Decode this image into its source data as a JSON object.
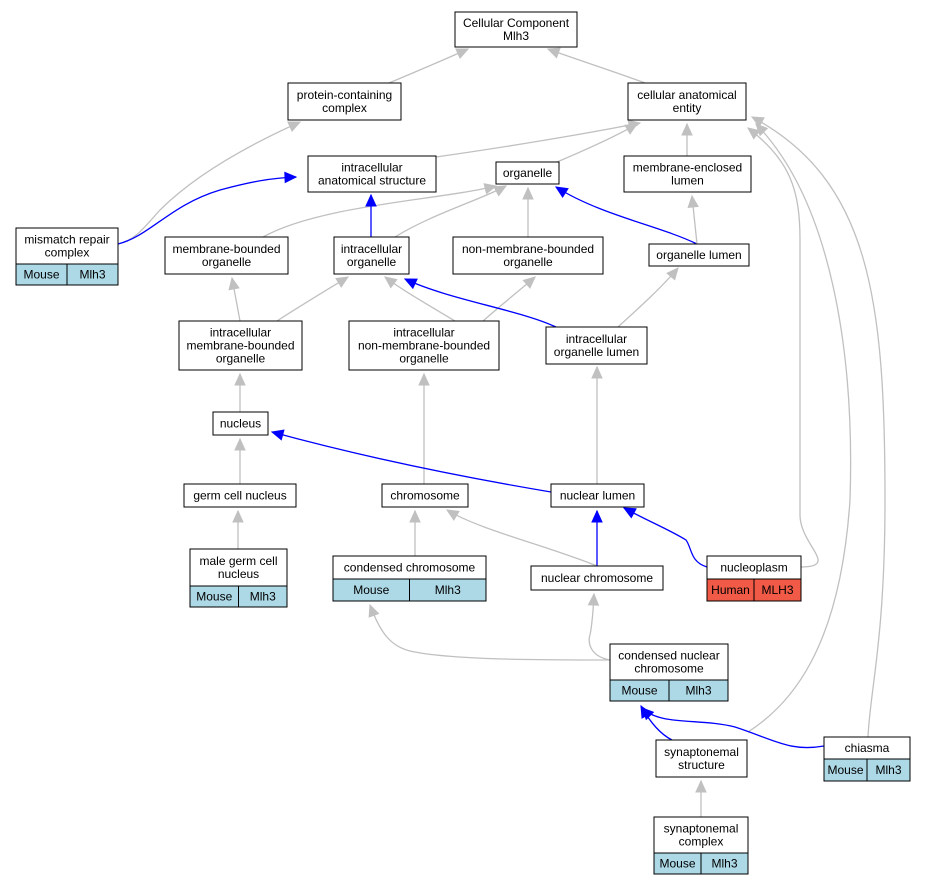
{
  "colors": {
    "mouse_tag": "#add8e6",
    "human_tag": "#f05a46",
    "edge_gray": "#c0c0c0",
    "edge_blue": "#0000ff"
  },
  "nodes": {
    "cellular_component": {
      "lines": [
        "Cellular Component",
        "Mlh3"
      ]
    },
    "protein_containing_complex": {
      "lines": [
        "protein-containing",
        "complex"
      ]
    },
    "cellular_anatomical_entity": {
      "lines": [
        "cellular anatomical",
        "entity"
      ]
    },
    "intracellular_anatomical_structure": {
      "lines": [
        "intracellular",
        "anatomical structure"
      ]
    },
    "organelle": {
      "lines": [
        "organelle"
      ]
    },
    "membrane_enclosed_lumen": {
      "lines": [
        "membrane-enclosed",
        "lumen"
      ]
    },
    "mismatch_repair_complex": {
      "lines": [
        "mismatch repair",
        "complex"
      ],
      "tags": [
        "Mouse",
        "Mlh3"
      ]
    },
    "membrane_bounded_organelle": {
      "lines": [
        "membrane-bounded",
        "organelle"
      ]
    },
    "intracellular_organelle": {
      "lines": [
        "intracellular",
        "organelle"
      ]
    },
    "non_membrane_bounded_organelle": {
      "lines": [
        "non-membrane-bounded",
        "organelle"
      ]
    },
    "organelle_lumen": {
      "lines": [
        "organelle lumen"
      ]
    },
    "intracellular_membrane_bounded_organelle": {
      "lines": [
        "intracellular",
        "membrane-bounded",
        "organelle"
      ]
    },
    "intracellular_non_membrane_bounded_organelle": {
      "lines": [
        "intracellular",
        "non-membrane-bounded",
        "organelle"
      ]
    },
    "intracellular_organelle_lumen": {
      "lines": [
        "intracellular",
        "organelle lumen"
      ]
    },
    "nucleus": {
      "lines": [
        "nucleus"
      ]
    },
    "germ_cell_nucleus": {
      "lines": [
        "germ cell nucleus"
      ]
    },
    "chromosome": {
      "lines": [
        "chromosome"
      ]
    },
    "nuclear_lumen": {
      "lines": [
        "nuclear lumen"
      ]
    },
    "male_germ_cell_nucleus": {
      "lines": [
        "male germ cell",
        "nucleus"
      ],
      "tags": [
        "Mouse",
        "Mlh3"
      ]
    },
    "condensed_chromosome": {
      "lines": [
        "condensed chromosome"
      ],
      "tags": [
        "Mouse",
        "Mlh3"
      ]
    },
    "nuclear_chromosome": {
      "lines": [
        "nuclear chromosome"
      ]
    },
    "nucleoplasm": {
      "lines": [
        "nucleoplasm"
      ],
      "tags": [
        "Human",
        "MLH3"
      ]
    },
    "condensed_nuclear_chromosome": {
      "lines": [
        "condensed nuclear",
        "chromosome"
      ],
      "tags": [
        "Mouse",
        "Mlh3"
      ]
    },
    "synaptonemal_structure": {
      "lines": [
        "synaptonemal",
        "structure"
      ]
    },
    "chiasma": {
      "lines": [
        "chiasma"
      ],
      "tags": [
        "Mouse",
        "Mlh3"
      ]
    },
    "synaptonemal_complex": {
      "lines": [
        "synaptonemal",
        "complex"
      ],
      "tags": [
        "Mouse",
        "Mlh3"
      ]
    }
  },
  "edges": [
    {
      "from": "protein_containing_complex",
      "to": "cellular_component",
      "kind": "gray"
    },
    {
      "from": "cellular_anatomical_entity",
      "to": "cellular_component",
      "kind": "gray"
    },
    {
      "from": "intracellular_anatomical_structure",
      "to": "cellular_anatomical_entity",
      "kind": "gray"
    },
    {
      "from": "organelle",
      "to": "cellular_anatomical_entity",
      "kind": "gray"
    },
    {
      "from": "membrane_enclosed_lumen",
      "to": "cellular_anatomical_entity",
      "kind": "gray"
    },
    {
      "from": "mismatch_repair_complex",
      "to": "protein_containing_complex",
      "kind": "gray"
    },
    {
      "from": "mismatch_repair_complex",
      "to": "intracellular_anatomical_structure",
      "kind": "blue"
    },
    {
      "from": "membrane_bounded_organelle",
      "to": "organelle",
      "kind": "gray"
    },
    {
      "from": "intracellular_organelle",
      "to": "organelle",
      "kind": "gray"
    },
    {
      "from": "intracellular_organelle",
      "to": "intracellular_anatomical_structure",
      "kind": "blue"
    },
    {
      "from": "non_membrane_bounded_organelle",
      "to": "organelle",
      "kind": "gray"
    },
    {
      "from": "organelle_lumen",
      "to": "organelle",
      "kind": "blue"
    },
    {
      "from": "organelle_lumen",
      "to": "membrane_enclosed_lumen",
      "kind": "gray"
    },
    {
      "from": "intracellular_membrane_bounded_organelle",
      "to": "membrane_bounded_organelle",
      "kind": "gray"
    },
    {
      "from": "intracellular_membrane_bounded_organelle",
      "to": "intracellular_organelle",
      "kind": "gray"
    },
    {
      "from": "intracellular_non_membrane_bounded_organelle",
      "to": "intracellular_organelle",
      "kind": "gray"
    },
    {
      "from": "intracellular_non_membrane_bounded_organelle",
      "to": "non_membrane_bounded_organelle",
      "kind": "gray"
    },
    {
      "from": "intracellular_organelle_lumen",
      "to": "intracellular_organelle",
      "kind": "blue"
    },
    {
      "from": "intracellular_organelle_lumen",
      "to": "organelle_lumen",
      "kind": "gray"
    },
    {
      "from": "nucleus",
      "to": "intracellular_membrane_bounded_organelle",
      "kind": "gray"
    },
    {
      "from": "germ_cell_nucleus",
      "to": "nucleus",
      "kind": "gray"
    },
    {
      "from": "male_germ_cell_nucleus",
      "to": "germ_cell_nucleus",
      "kind": "gray"
    },
    {
      "from": "chromosome",
      "to": "intracellular_non_membrane_bounded_organelle",
      "kind": "gray"
    },
    {
      "from": "nuclear_lumen",
      "to": "nucleus",
      "kind": "blue"
    },
    {
      "from": "nuclear_lumen",
      "to": "intracellular_organelle_lumen",
      "kind": "gray"
    },
    {
      "from": "condensed_chromosome",
      "to": "chromosome",
      "kind": "gray"
    },
    {
      "from": "nuclear_chromosome",
      "to": "chromosome",
      "kind": "gray"
    },
    {
      "from": "nuclear_chromosome",
      "to": "nuclear_lumen",
      "kind": "blue"
    },
    {
      "from": "nucleoplasm",
      "to": "nuclear_lumen",
      "kind": "blue"
    },
    {
      "from": "nucleoplasm",
      "to": "cellular_anatomical_entity",
      "kind": "gray"
    },
    {
      "from": "condensed_nuclear_chromosome",
      "to": "condensed_chromosome",
      "kind": "gray"
    },
    {
      "from": "condensed_nuclear_chromosome",
      "to": "nuclear_chromosome",
      "kind": "gray"
    },
    {
      "from": "synaptonemal_structure",
      "to": "condensed_nuclear_chromosome",
      "kind": "blue"
    },
    {
      "from": "synaptonemal_structure",
      "to": "cellular_anatomical_entity",
      "kind": "gray"
    },
    {
      "from": "chiasma",
      "to": "condensed_nuclear_chromosome",
      "kind": "blue"
    },
    {
      "from": "chiasma",
      "to": "cellular_anatomical_entity",
      "kind": "gray"
    },
    {
      "from": "synaptonemal_complex",
      "to": "synaptonemal_structure",
      "kind": "gray"
    }
  ]
}
